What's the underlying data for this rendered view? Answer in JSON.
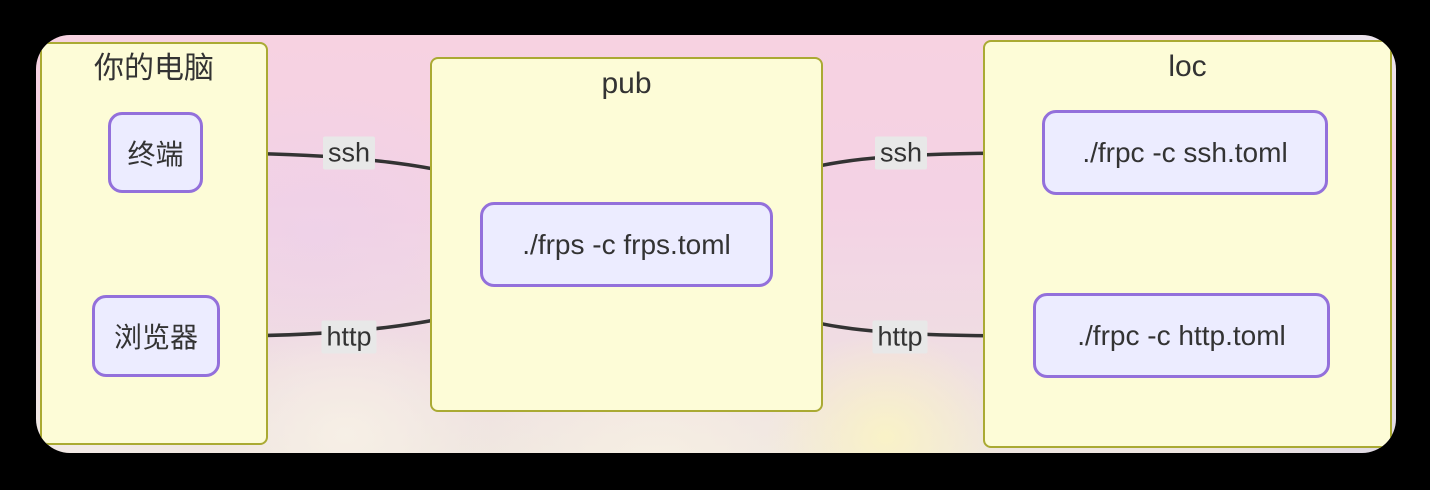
{
  "diagram": {
    "groups": [
      {
        "id": "computer",
        "title": "你的电脑",
        "nodes": [
          {
            "id": "terminal",
            "label": "终端"
          },
          {
            "id": "browser",
            "label": "浏览器"
          }
        ]
      },
      {
        "id": "pub",
        "title": "pub",
        "nodes": [
          {
            "id": "frps",
            "label": "./frps -c frps.toml"
          }
        ]
      },
      {
        "id": "loc",
        "title": "loc",
        "nodes": [
          {
            "id": "frpc-ssh",
            "label": "./frpc -c ssh.toml"
          },
          {
            "id": "frpc-http",
            "label": "./frpc -c http.toml"
          }
        ]
      }
    ],
    "edges": [
      {
        "from": "terminal",
        "to": "frps",
        "label": "ssh",
        "bidirectional": true
      },
      {
        "from": "browser",
        "to": "frps",
        "label": "http",
        "bidirectional": true
      },
      {
        "from": "frps",
        "to": "frpc-ssh",
        "label": "ssh",
        "bidirectional": true
      },
      {
        "from": "frps",
        "to": "frpc-http",
        "label": "http",
        "bidirectional": true
      }
    ],
    "colors": {
      "group_fill": "#fdfcd7",
      "group_border": "#aaaa33",
      "node_fill": "#ECECFF",
      "node_border": "#9370DB",
      "edge_stroke": "#333333",
      "edge_label_bg": "#e8e8e8",
      "text": "#333333",
      "background_pink": "#f7d2e1",
      "page_background": "#000000"
    }
  }
}
